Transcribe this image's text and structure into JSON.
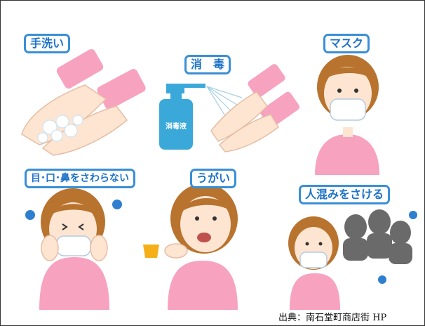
{
  "labels": {
    "handwash": "手洗い",
    "disinfect": "消　毒",
    "mask": "マスク",
    "no_touch": "目･口･鼻をさわらない",
    "gargle": "うがい",
    "avoid_crowds": "人混みをさける"
  },
  "bottle_label": "消毒液",
  "credit": "出典：南石堂町商店街 HP",
  "colors": {
    "label_border": "#3a8fd6",
    "label_text": "#1e73c8",
    "skin": "#fde5d2",
    "hair": "#b8732e",
    "shirt": "#f7a2bf",
    "bottle": "#3aa9d9",
    "crowd": "#6a6a6a"
  },
  "icons": [
    "germ-icon",
    "bottle-icon",
    "cup-icon"
  ]
}
